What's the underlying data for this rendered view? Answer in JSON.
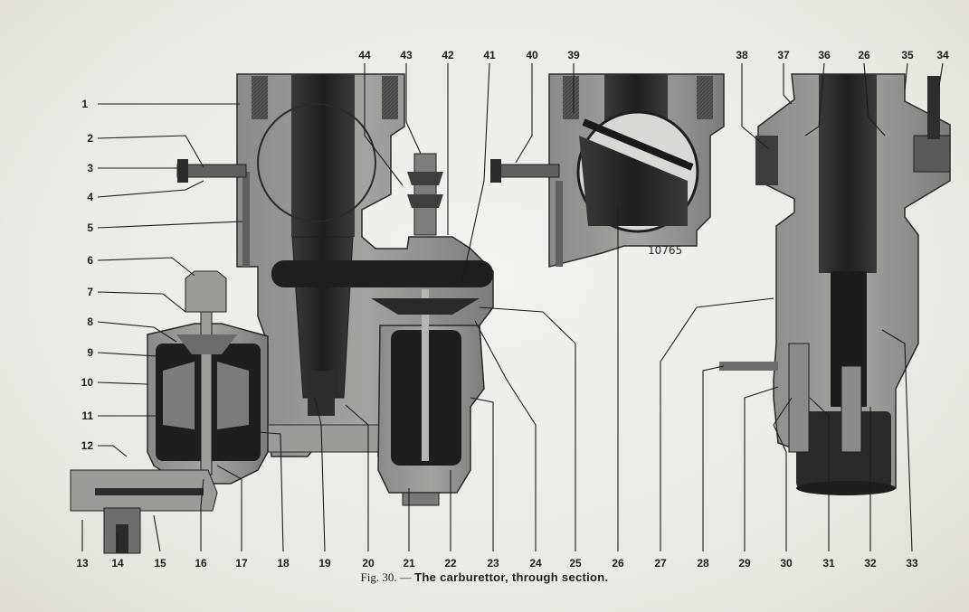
{
  "figure": {
    "caption_prefix": "Fig. 30. — ",
    "caption_title": "The carburettor, through section.",
    "plate_number": "10765"
  },
  "callouts": {
    "left": [
      "1",
      "2",
      "3",
      "4",
      "5",
      "6",
      "7",
      "8",
      "9",
      "10",
      "11",
      "12"
    ],
    "top": [
      "44",
      "43",
      "42",
      "41",
      "40",
      "39",
      "38",
      "37",
      "36",
      "26",
      "35",
      "34"
    ],
    "bottom": [
      "13",
      "14",
      "15",
      "16",
      "17",
      "18",
      "19",
      "20",
      "21",
      "22",
      "23",
      "24",
      "25",
      "26",
      "27",
      "28",
      "29",
      "30",
      "31",
      "32",
      "33"
    ]
  }
}
